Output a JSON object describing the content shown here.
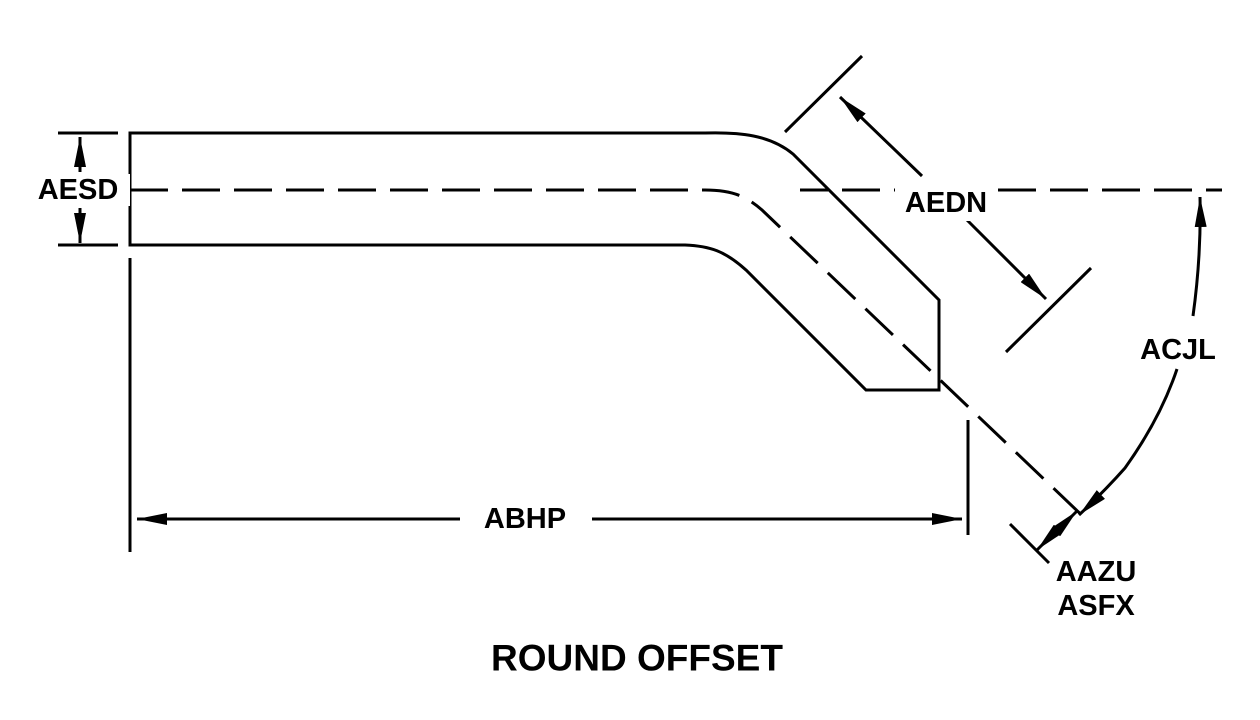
{
  "diagram": {
    "title": "ROUND OFFSET",
    "labels": {
      "diameter": "AESD",
      "offset_length": "AEDN",
      "angle": "ACJL",
      "overall_length": "ABHP",
      "end_code_1": "AAZU",
      "end_code_2": "ASFX"
    }
  }
}
